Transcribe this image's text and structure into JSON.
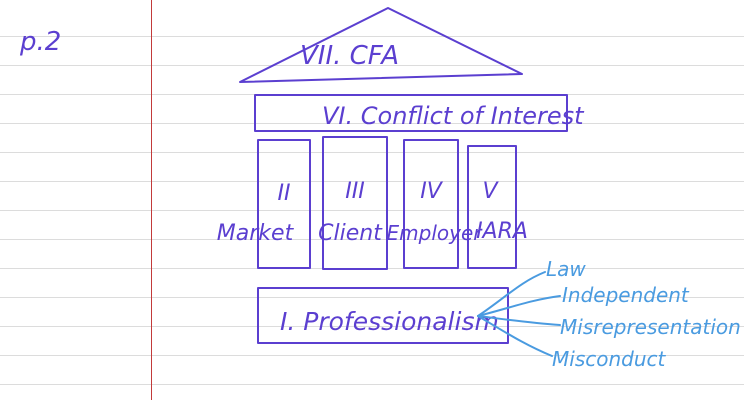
{
  "page_label": "p.2",
  "ink_colors": {
    "purple": "#5b3fd0",
    "blue": "#4a9be0",
    "margin_red": "#c23a3a",
    "rule_gray": "#dcdcdc"
  },
  "temple": {
    "roof_label": "VII. CFA",
    "beam_label": "VI. Conflict of Interest",
    "pillars": [
      {
        "numeral": "II",
        "label": "Market"
      },
      {
        "numeral": "III",
        "label": "Client"
      },
      {
        "numeral": "IV",
        "label": "Employer"
      },
      {
        "numeral": "V",
        "label": "IARA"
      }
    ],
    "foundation_label": "I. Professionalism"
  },
  "branches": [
    "Law",
    "Independent",
    "Misrepresentation",
    "Misconduct"
  ]
}
